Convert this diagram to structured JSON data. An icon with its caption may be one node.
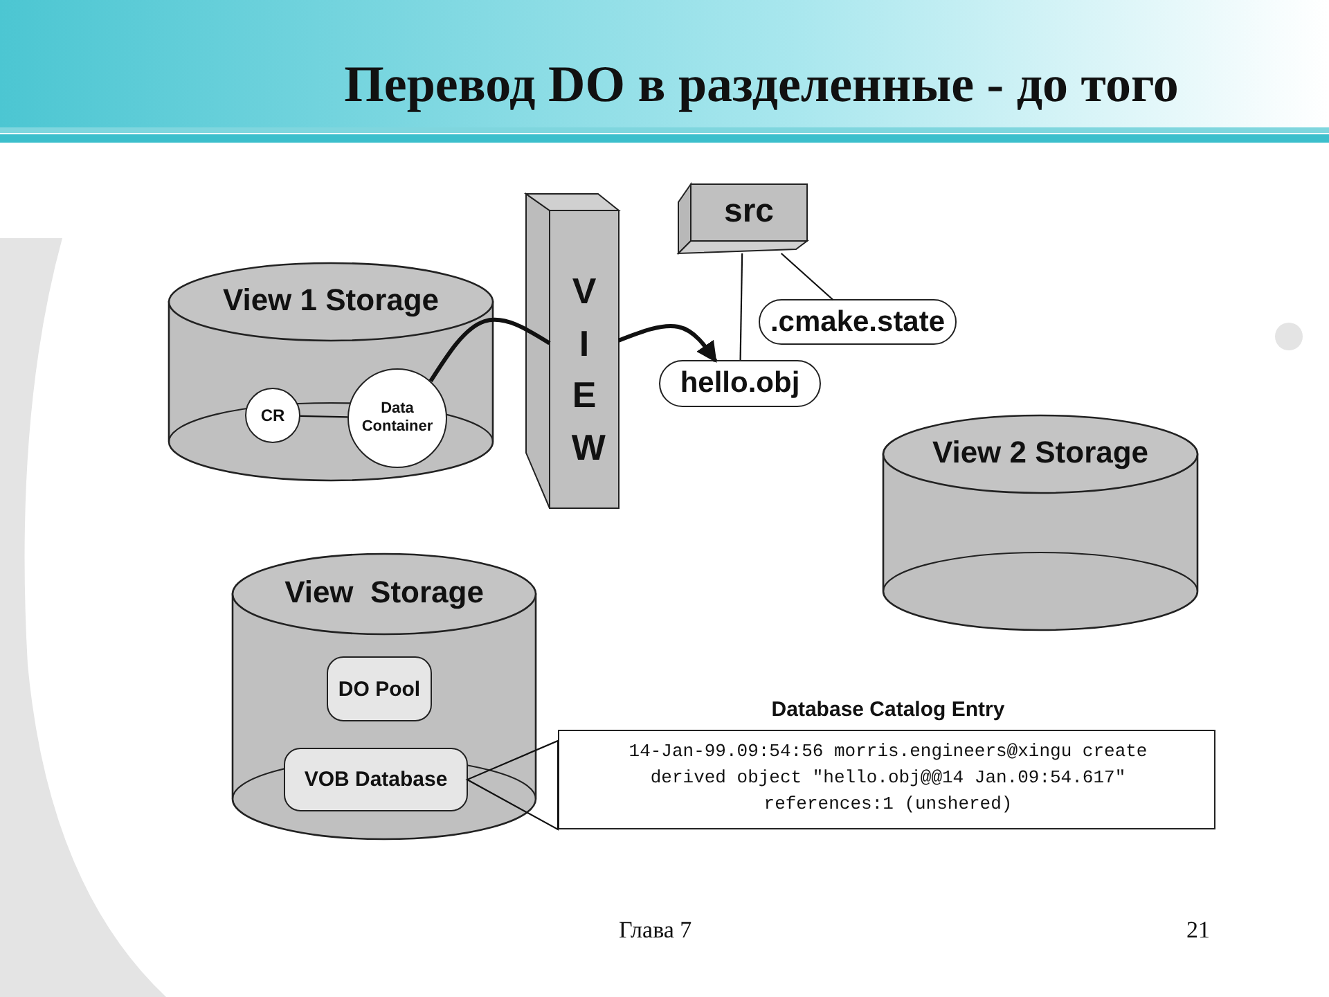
{
  "diagram": {
    "title": "Перевод DO в разделенные - до того",
    "nodes": [
      {
        "text": [
          "View 1 Storage"
        ]
      },
      {
        "text": [
          "CR"
        ],
        "in": 0
      },
      {
        "text": [
          "Data Container"
        ],
        "in": 0
      },
      {
        "text": [
          "VIEW"
        ]
      },
      {
        "text": [
          "src"
        ]
      },
      {
        "text": [
          ".cmake.state"
        ]
      },
      {
        "text": [
          "hello.obj"
        ]
      },
      {
        "text": [
          "View 2 Storage"
        ]
      },
      {
        "text": [
          "View  Storage"
        ]
      },
      {
        "text": [
          "DO Pool"
        ],
        "in": 8
      },
      {
        "text": [
          "VOB Database"
        ],
        "in": 8
      },
      {
        "text": [
          "Database Catalog Entry",
          "14-Jan-99.09:54:56 morris.engineers@xingu create derived object \"hello.obj@@14 Jan.09:54.617\" references:1 (unshered)"
        ]
      }
    ],
    "edges": [
      {
        "from": 1,
        "to": 2,
        "arrow": "none"
      },
      {
        "from": 2,
        "to": 3,
        "arrow": "none",
        "style": "thick"
      },
      {
        "from": 3,
        "to": 6,
        "arrow": "to",
        "style": "thick"
      },
      {
        "from": 4,
        "to": 6,
        "arrow": "none"
      },
      {
        "from": 4,
        "to": 5,
        "arrow": "none"
      },
      {
        "from": 11,
        "to": 10,
        "arrow": "none"
      }
    ],
    "labels": [
      "Глава 7",
      "21"
    ]
  }
}
